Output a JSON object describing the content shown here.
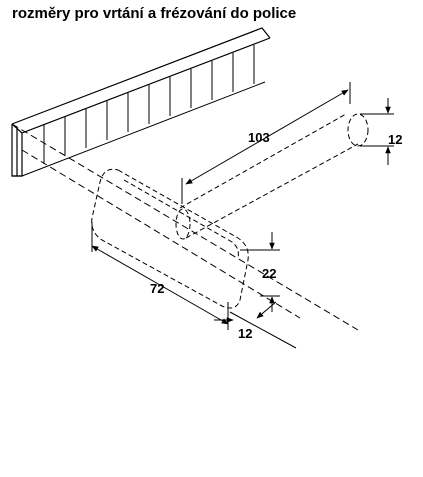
{
  "header": {
    "title": "rozměry pro vrtání a frézování do police"
  },
  "dimensions": {
    "drill_depth": "103",
    "drill_diameter": "12",
    "mortise_length": "72",
    "mortise_height": "22",
    "mortise_depth": "12"
  },
  "colors": {
    "line": "#000000",
    "background": "#ffffff"
  }
}
